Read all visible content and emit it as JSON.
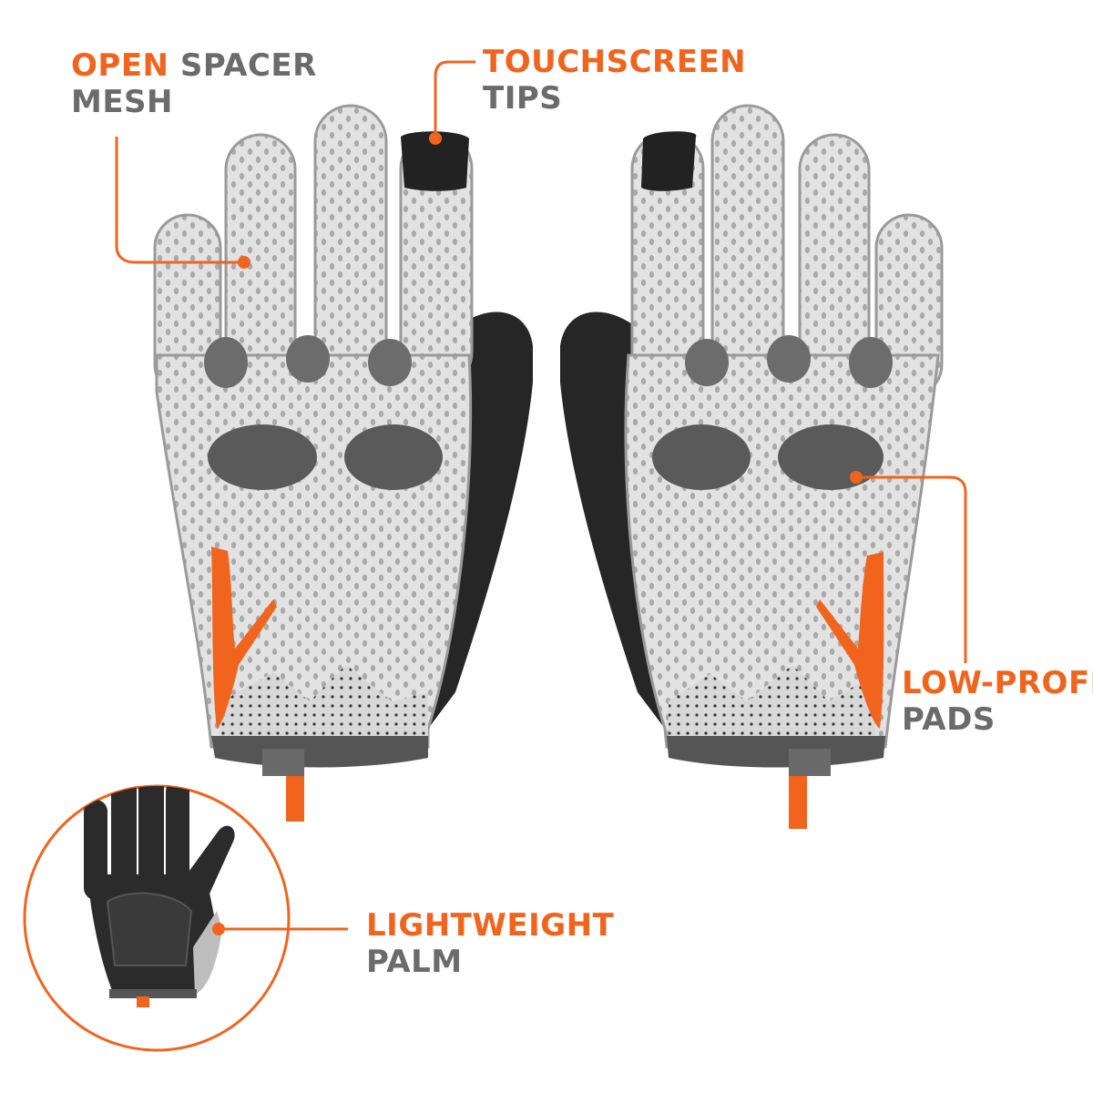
{
  "colors": {
    "accent": "#f0641e",
    "label_gray": "#6b6b6b",
    "mesh": "#dcdcdc",
    "mesh_hole": "#a8a8a8",
    "trim": "#8a8a8a",
    "dark": "#2a2a2a",
    "pad": "#5a5a5a"
  },
  "callouts": {
    "mesh": {
      "highlight": "OPEN",
      "rest": "SPACER",
      "line2": "MESH"
    },
    "touchscreen": {
      "highlight": "TOUCHSCREEN",
      "line2": "TIPS"
    },
    "pads": {
      "highlight": "LOW-PROFILE",
      "line2": "PADS"
    },
    "palm": {
      "highlight": "LIGHTWEIGHT",
      "line2": "PALM"
    }
  },
  "icons": {
    "left_glove": "glove-back-left",
    "right_glove": "glove-back-right",
    "palm_inset": "glove-palm-inset"
  }
}
